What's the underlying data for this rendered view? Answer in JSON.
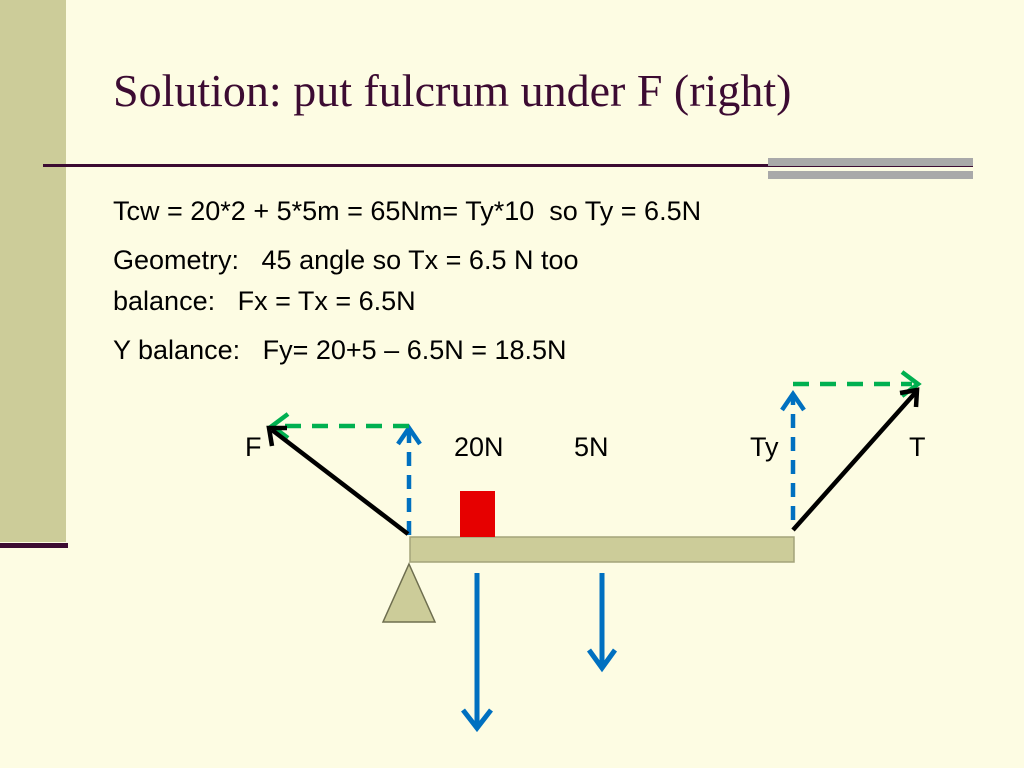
{
  "slide": {
    "title": "Solution: put fulcrum under F (right)",
    "lines": [
      "Tcw = 20*2 + 5*5m = 65Nm= Ty*10  so Ty = 6.5N",
      "Geometry:   45 angle so Tx = 6.5 N too",
      "balance:   Fx = Tx = 6.5N",
      "Y balance:   Fy= 20+5 – 6.5N = 18.5N"
    ]
  },
  "diagram": {
    "labels": {
      "F": "F",
      "w20": "20N",
      "w5": "5N",
      "Ty": "Ty",
      "T": "T"
    },
    "colors": {
      "beam": "#cccc99",
      "fulcrum": "#cccc99",
      "block": "#e60000",
      "weight_arrows": "#0070c0",
      "horizontal_components": "#00b050",
      "force_vectors": "#000000"
    }
  }
}
